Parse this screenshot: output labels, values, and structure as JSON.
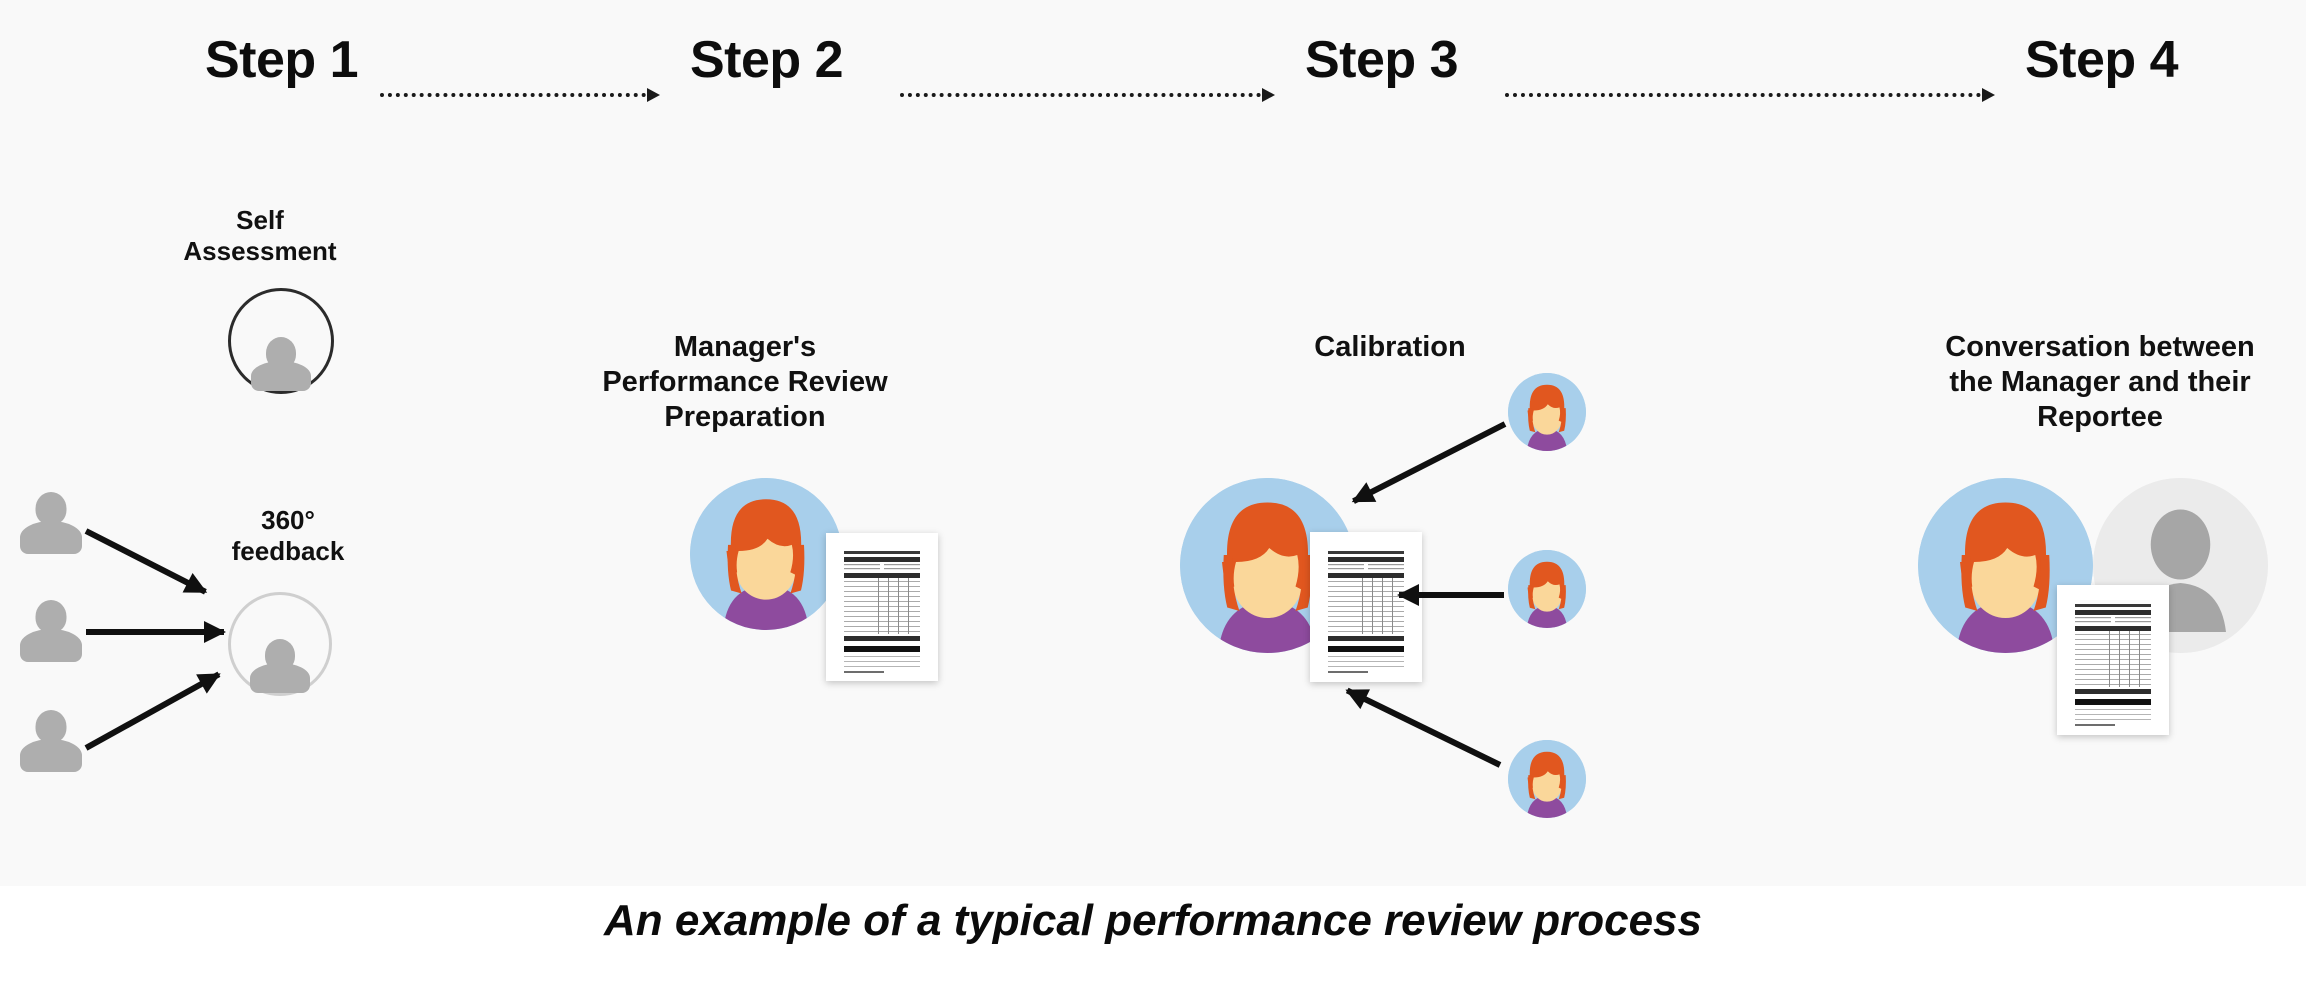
{
  "canvas": {
    "background": "#f9f9f9",
    "page_background": "#ffffff"
  },
  "colors": {
    "avatar_circle_blue": "#a8cfeb",
    "avatar_circle_gray": "#ebebeb",
    "hair_orange": "#e1571f",
    "skin": "#fad79a",
    "shirt_purple": "#8e4b9e",
    "silhouette_gray": "#aeaeae",
    "text_dark": "#111111",
    "arrow_black": "#101010",
    "ring_dark": "#2b2b2b",
    "ring_light": "#cfcfcf"
  },
  "steps": [
    {
      "label": "Step 1"
    },
    {
      "label": "Step 2"
    },
    {
      "label": "Step 3"
    },
    {
      "label": "Step 4"
    }
  ],
  "step1": {
    "self_assessment_label": "Self\nAssessment",
    "self_assessment_line1": "Self",
    "self_assessment_line2": "Assessment",
    "feedback_label_line1": "360°",
    "feedback_label_line2": "feedback",
    "peer_count": 3
  },
  "step2": {
    "title_line1": "Manager's",
    "title_line2": "Performance Review",
    "title_line3": "Preparation"
  },
  "step3": {
    "title": "Calibration",
    "calibrator_count": 3
  },
  "step4": {
    "title_line1": "Conversation between",
    "title_line2": "the Manager and their",
    "title_line3": "Reportee"
  },
  "caption": {
    "text": "An example of a typical performance review process"
  },
  "icons": {
    "person_silhouette": "person-silhouette-icon",
    "woman_avatar": "woman-avatar-icon",
    "review_form": "review-form-document-icon",
    "dotted_arrow": "dotted-arrow-icon",
    "solid_arrow": "solid-arrow-icon"
  }
}
